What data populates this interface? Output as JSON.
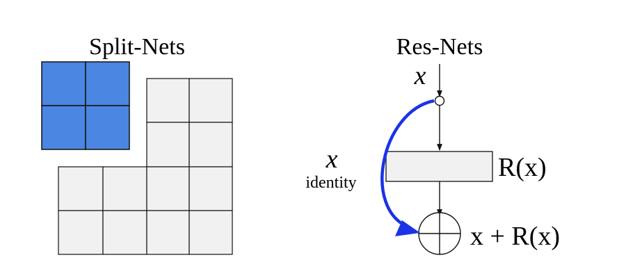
{
  "split_nets": {
    "title": "Split-Nets",
    "colors": {
      "blue_block": "#4a86e2",
      "grey_block": "#f1f1f1"
    }
  },
  "res_nets": {
    "title": "Res-Nets",
    "input_label": "x",
    "skip_label": "x",
    "skip_caption": "identity",
    "residual_label": "R(x)",
    "output_label": "x + R(x)",
    "colors": {
      "skip_arrow": "#1a33e6"
    }
  }
}
